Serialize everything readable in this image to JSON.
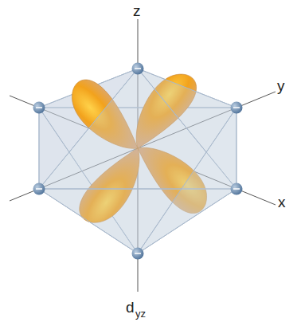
{
  "diagram": {
    "labels": [
      "z",
      "y",
      "x",
      "d",
      "yz"
    ]
  }
}
